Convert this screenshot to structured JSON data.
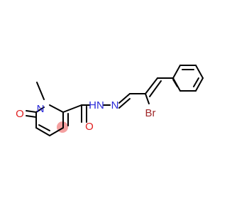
{
  "structure": {
    "atoms": {
      "ring_n": "N",
      "methyl": "",
      "carbonyl_o_ring": "O",
      "hydrazide_nh": "HN",
      "imine_n": "N",
      "amide_o": "O",
      "bromine": "Br"
    },
    "colors": {
      "carbon_bond": "#000000",
      "nitrogen": "#2a2ad8",
      "oxygen": "#e02020",
      "bromine": "#a0282a",
      "highlight": "#f4a0a0"
    }
  }
}
